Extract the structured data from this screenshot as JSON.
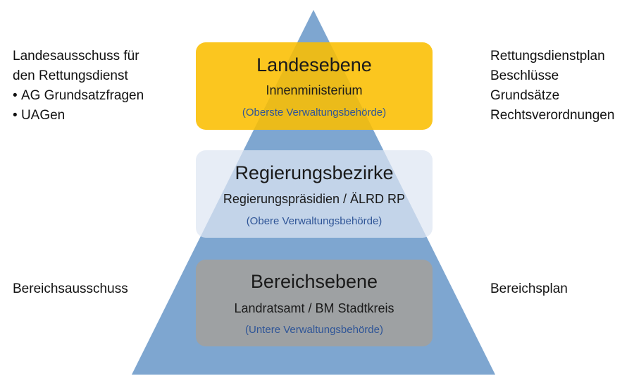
{
  "pyramid": {
    "colors": {
      "pyramid_fill": "#7ea6d0",
      "landesebene_box": "#fabe00",
      "regierungsbezirke_box": "#dee6f2",
      "bereichsebene_box": "#a0a0a0",
      "note_text": "#2f5597"
    },
    "levels": [
      {
        "title": "Landesebene",
        "subtitle": "Innenministerium",
        "note": "(Oberste Verwaltungsbehörde)"
      },
      {
        "title": "Regierungsbezirke",
        "subtitle": "Regierungspräsidien / ÄLRD RP",
        "note": "(Obere Verwaltungsbehörde)"
      },
      {
        "title": "Bereichsebene",
        "subtitle": "Landratsamt / BM Stadtkreis",
        "note": "(Untere Verwaltungsbehörde)"
      }
    ]
  },
  "left": {
    "top": {
      "line1": "Landesausschuss für",
      "line2": "den Rettungsdienst",
      "bullets": [
        "AG Grundsatzfragen",
        "UAGen"
      ]
    },
    "bottom": "Bereichsausschuss"
  },
  "right": {
    "top": [
      "Rettungsdienstplan",
      "Beschlüsse",
      "Grundsätze",
      "Rechtsverordnungen"
    ],
    "bottom": "Bereichsplan"
  }
}
